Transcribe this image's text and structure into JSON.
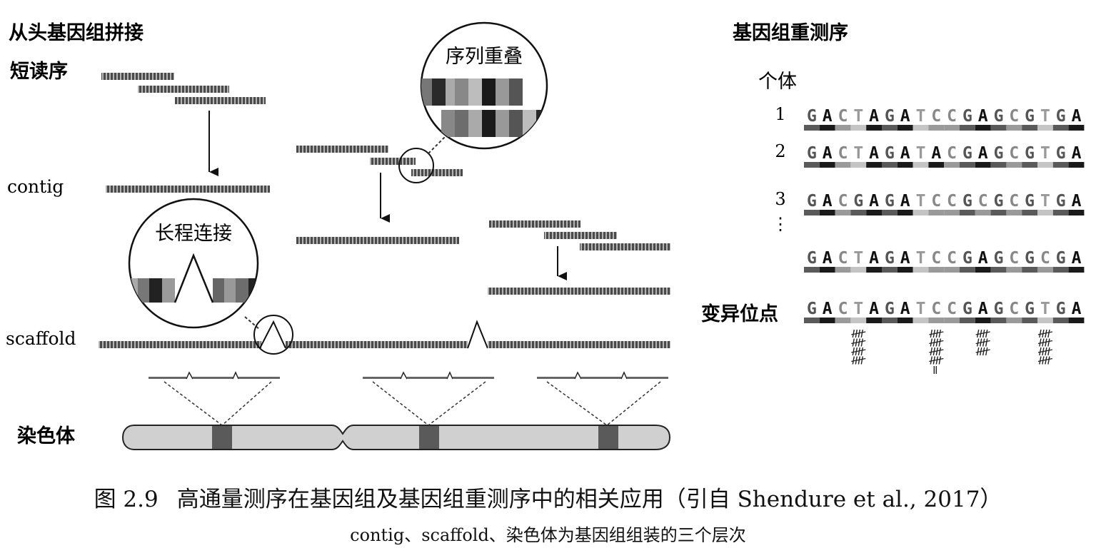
{
  "left_panel": {
    "title": "从头基因组拼接",
    "short_reads_label": "短读序",
    "contig_label": "contig",
    "scaffold_label": "scaffold",
    "chromosome_label": "染色体",
    "overlap_callout": "序列重叠",
    "long_range_callout": "长程连接"
  },
  "right_panel": {
    "title": "基因组重测序",
    "individuals_label": "个体",
    "rows": [
      {
        "label": "1",
        "seq": "GACTAGATCCGAGCGTGA"
      },
      {
        "label": "2",
        "seq": "GACTAGATACGAGCGTGA"
      },
      {
        "label": "3",
        "seq": "GACGAGATCCGCGCGTGA"
      },
      {
        "label": "⋮",
        "seq": "GACTAGATCCGAGCGCGA"
      }
    ],
    "variant_label": "变异位点",
    "variant_seq": "GACTAGATCCGAGCGTGA",
    "tallies": [
      {
        "col": 3,
        "count": 20
      },
      {
        "col": 8,
        "count": 22
      },
      {
        "col": 11,
        "count": 15
      },
      {
        "col": 15,
        "count": 20
      }
    ]
  },
  "caption": {
    "number": "图 2.9",
    "text": "高通量测序在基因组及基因组重测序中的相关应用（引自 Shendure et al., 2017）",
    "subtext": "contig、scaffold、染色体为基因组组装的三个层次"
  },
  "colors": {
    "read_bar": "#555555",
    "chromosome_fill": "#d0d0d0",
    "chromosome_band": "#5a5a5a"
  }
}
